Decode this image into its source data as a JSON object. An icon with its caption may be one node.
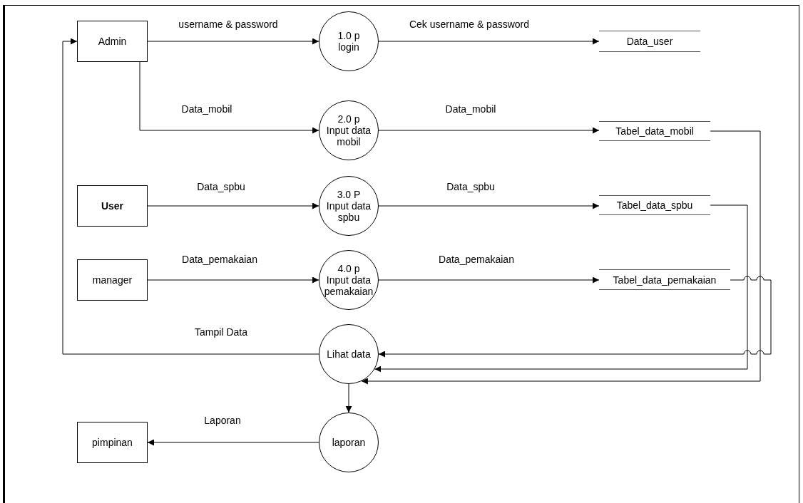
{
  "diagram": {
    "nodes": [
      {
        "text": [
          "Admin"
        ]
      },
      {
        "text": [
          "1.0 p",
          "login"
        ]
      },
      {
        "text": [
          "Data_user"
        ]
      },
      {
        "text": [
          "2.0 p",
          "Input data mobil"
        ]
      },
      {
        "text": [
          "Tabel_data_mobil"
        ]
      },
      {
        "text": [
          "User"
        ]
      },
      {
        "text": [
          "3.0 P",
          "Input data spbu"
        ]
      },
      {
        "text": [
          "Tabel_data_spbu"
        ]
      },
      {
        "text": [
          "manager"
        ]
      },
      {
        "text": [
          "4.0 p",
          "Input data pemakaian"
        ]
      },
      {
        "text": [
          "Tabel_data_pemakaian"
        ]
      },
      {
        "text": [
          "Lihat data"
        ]
      },
      {
        "text": [
          "laporan"
        ]
      },
      {
        "text": [
          "pimpinan"
        ]
      }
    ],
    "edges": [
      {
        "from": 0,
        "to": 1,
        "arrow": "to",
        "label": "username & password"
      },
      {
        "from": 1,
        "to": 2,
        "arrow": "to",
        "label": "Cek username & password"
      },
      {
        "from": 0,
        "to": 3,
        "arrow": "to",
        "label": "Data_mobil"
      },
      {
        "from": 3,
        "to": 4,
        "arrow": "to",
        "label": "Data_mobil"
      },
      {
        "from": 5,
        "to": 6,
        "arrow": "to",
        "label": "Data_spbu"
      },
      {
        "from": 6,
        "to": 7,
        "arrow": "to",
        "label": "Data_spbu"
      },
      {
        "from": 8,
        "to": 9,
        "arrow": "to",
        "label": "Data_pemakaian"
      },
      {
        "from": 9,
        "to": 10,
        "arrow": "to",
        "label": "Data_pemakaian"
      },
      {
        "from": 11,
        "to": 0,
        "arrow": "to",
        "label": "Tampil Data"
      },
      {
        "from": 10,
        "to": 11,
        "arrow": "to"
      },
      {
        "from": 7,
        "to": 11,
        "arrow": "to"
      },
      {
        "from": 4,
        "to": 11,
        "arrow": "to"
      },
      {
        "from": 11,
        "to": 12,
        "arrow": "to"
      },
      {
        "from": 12,
        "to": 13,
        "arrow": "to",
        "label": "Laporan"
      }
    ]
  }
}
